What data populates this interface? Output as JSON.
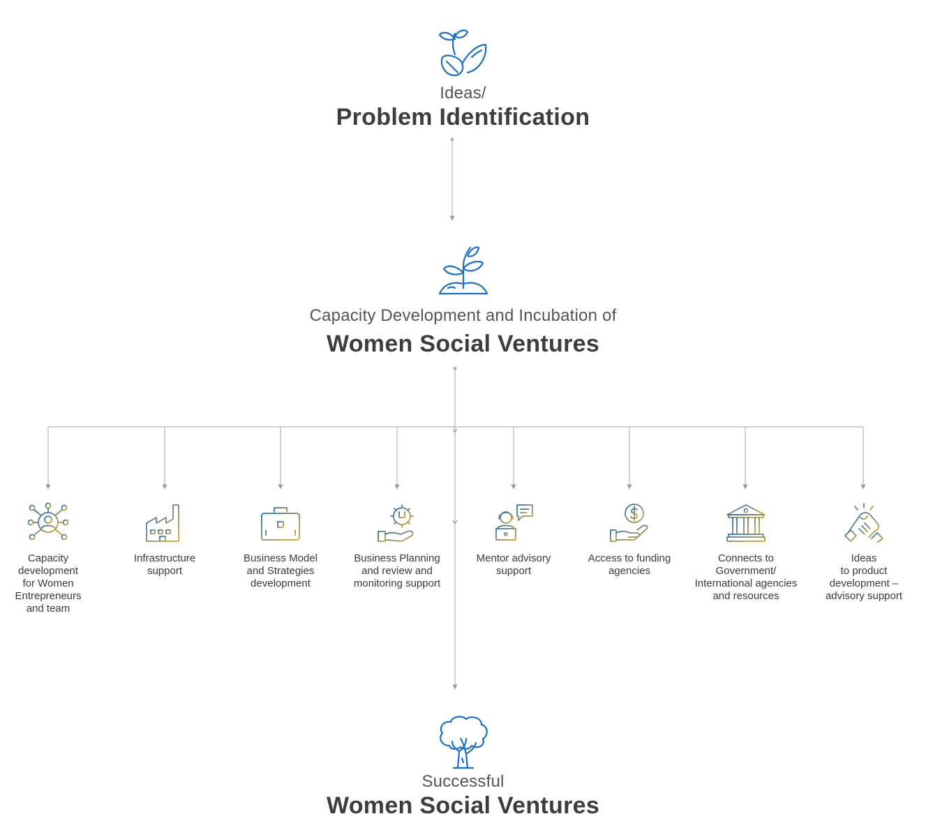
{
  "stages": {
    "top": {
      "pre": "Ideas/",
      "main": "Problem Identification",
      "icon": "sprout-in-hands-icon"
    },
    "middle": {
      "pre": "Capacity Development and Incubation of",
      "main": "Women Social Ventures",
      "icon": "plant-growing-icon"
    },
    "bottom": {
      "pre": "Successful",
      "main": "Women Social Ventures",
      "icon": "tree-icon"
    }
  },
  "services": [
    {
      "label": "Capacity\ndevelopment\nfor Women\nEntrepreneurs\nand team",
      "icon": "person-network-icon"
    },
    {
      "label": "Infrastructure\nsupport",
      "icon": "factory-icon"
    },
    {
      "label": "Business Model\nand Strategies\ndevelopment",
      "icon": "briefcase-icon"
    },
    {
      "label": "Business Planning\nand review and\nmonitoring support",
      "icon": "gear-hand-icon"
    },
    {
      "label": "Mentor advisory\nsupport",
      "icon": "mentor-laptop-icon"
    },
    {
      "label": "Access to funding\nagencies",
      "icon": "dollar-hand-icon"
    },
    {
      "label": "Connects to\nGovernment/\nInternational agencies\nand resources",
      "icon": "government-building-icon"
    },
    {
      "label": "Ideas\nto product\ndevelopment –\nadvisory support",
      "icon": "handshake-icon"
    }
  ],
  "colors": {
    "blue": "#1a6fc0",
    "gold": "#d4a52c",
    "line": "#b5b5b5"
  }
}
